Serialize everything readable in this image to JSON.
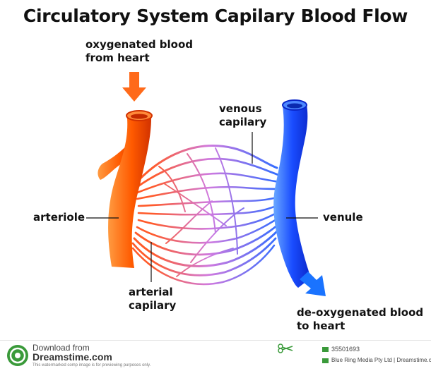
{
  "title": "Circulatory System Capilary Blood Flow",
  "labels": {
    "oxygenated_line1": "oxygenated blood",
    "oxygenated_line2": "from heart",
    "venous_line1": "venous",
    "venous_line2": "capilary",
    "arteriole": "arteriole",
    "venule": "venule",
    "arterial_line1": "arterial",
    "arterial_line2": "capilary",
    "deoxygenated_line1": "de-oxygenated blood",
    "deoxygenated_line2": "to heart"
  },
  "colors": {
    "artery": "#ff5a00",
    "artery_light": "#ff9a40",
    "artery_dark": "#d23200",
    "vein": "#1a4dff",
    "vein_light": "#6aa8ff",
    "vein_dark": "#0a26c8",
    "arrow_orange": "#ff6a1a",
    "arrow_blue": "#1a73ff",
    "capillary_mid": "#c080e0"
  },
  "footer": {
    "download_line": "Download from",
    "brand": "Dreamstime.com",
    "notice": "This watermarked comp image is for previewing purposes only.",
    "image_id": "35501693",
    "credit": "Blue Ring Media Pty Ltd | Dreamstime.com"
  }
}
